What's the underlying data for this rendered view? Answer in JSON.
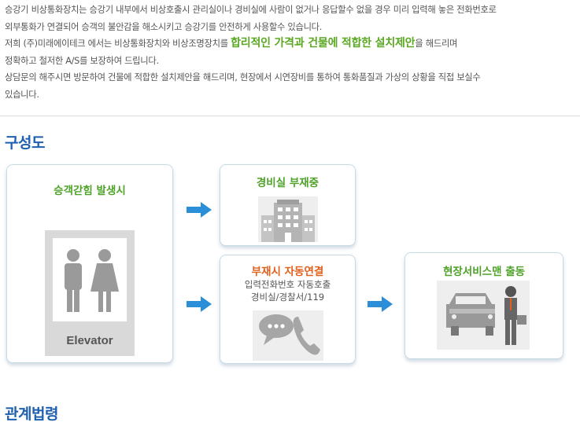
{
  "intro": {
    "line1": "승강기 비상통화장치는 승강기 내부에서 비상호출시 관리실이나 경비실에 사람이 없거나 응답할수 없을 경우 미리 입력해 놓은 전화번호로",
    "line2": "외부통화가 연결되어 승객의 불안감을 해소시키고 승강기를 안전하게 사용할수 있습니다.",
    "line3_pre": "저희 (주)미래에이테크 에서는 비상통화장치와 비상조명장치를 ",
    "line3_highlight": "합리적인 가격과 건물에 적합한 설치제안",
    "line3_post": "을 해드리며",
    "line4": "정확하고 철저한 A/S를 보장하여 드립니다.",
    "line5": "상담문의 해주시면 방문하여 건물에 적합한 설치제안을 해드리며, 현장에서 시연장비를 통하여 통화품질과 가상의 상황을 직접 보실수",
    "line6": "있습니다."
  },
  "section1": {
    "title": "구성도"
  },
  "section2": {
    "title": "관계법령"
  },
  "cards": {
    "passenger": {
      "title": "승객갇힘 발생시",
      "elevator_label": "Elevator"
    },
    "guard": {
      "title": "경비실 부재중"
    },
    "absent": {
      "title": "부재시 자동연결",
      "sub1": "입력전화번호 자동호출",
      "sub2": "경비실/경찰서/119"
    },
    "service": {
      "title": "현장서비스맨 출동"
    }
  },
  "colors": {
    "accent_blue": "#1e5fae",
    "highlight_green": "#5aa821",
    "orange": "#e0611e",
    "arrow_blue": "#2a8fd8"
  }
}
